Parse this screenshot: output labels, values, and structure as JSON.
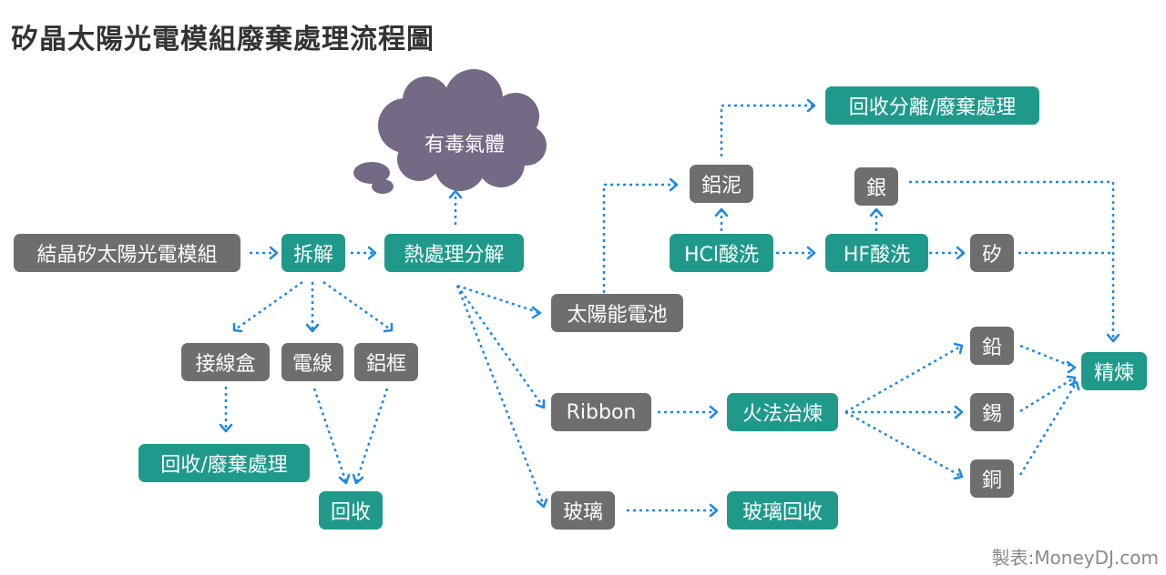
{
  "title": "矽晶太陽光電模組廢棄處理流程圖",
  "credit": "製表:MoneyDJ.com",
  "colors": {
    "process": "#6e6e6e",
    "output": "#1f9a8a",
    "arrow": "#1e88e5",
    "cloud": "#756a85"
  },
  "cloud_label": "有毒氣體",
  "nodes": {
    "module": "結晶矽太陽光電模組",
    "disassembly": "拆解",
    "thermal": "熱處理分解",
    "junction_box": "接線盒",
    "cable": "電線",
    "frame": "鋁框",
    "recycle_disposal": "回收/廢棄處理",
    "recycle": "回收",
    "solar_cell": "太陽能電池",
    "aluminum_sludge": "鋁泥",
    "recover_separate": "回收分離/廢棄處理",
    "hcl_wash": "HCl酸洗",
    "hf_wash": "HF酸洗",
    "silver": "銀",
    "silicon": "矽",
    "ribbon": "Ribbon",
    "pyrometallurgy": "火法治煉",
    "lead": "鉛",
    "tin": "錫",
    "copper": "銅",
    "refining": "精煉",
    "glass": "玻璃",
    "glass_recycle": "玻璃回收"
  }
}
